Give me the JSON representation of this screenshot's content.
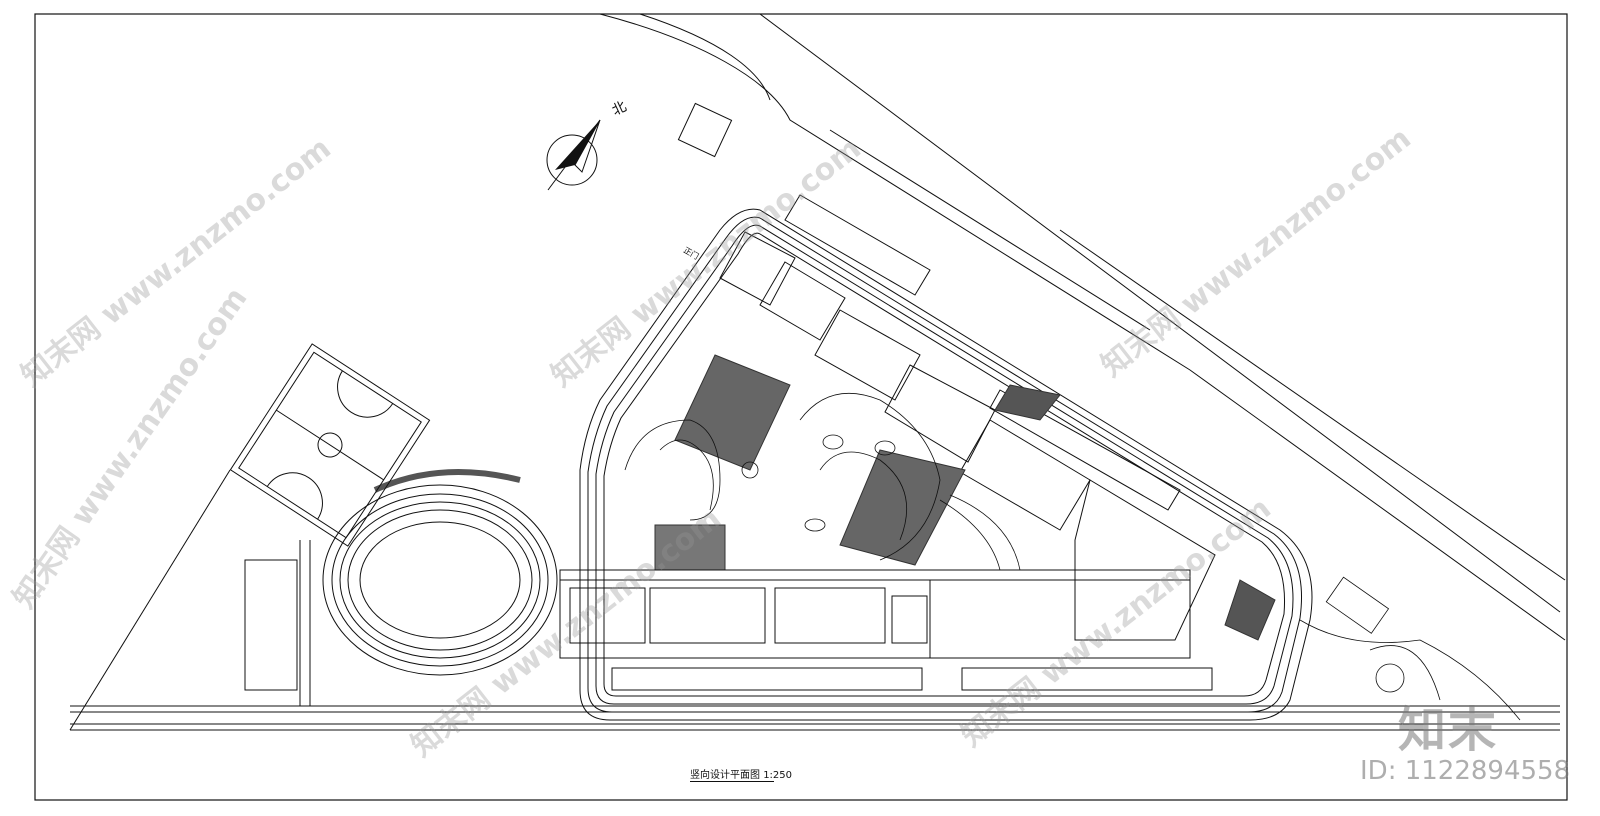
{
  "drawing": {
    "title": "竖向设计平面图",
    "scale": "1:250",
    "north_label": "北",
    "gate_label": "正门"
  },
  "watermarks": {
    "site_text": "知末网 www.znzmo.com",
    "logo_text": "知末",
    "id_text": "ID: 1122894558"
  }
}
